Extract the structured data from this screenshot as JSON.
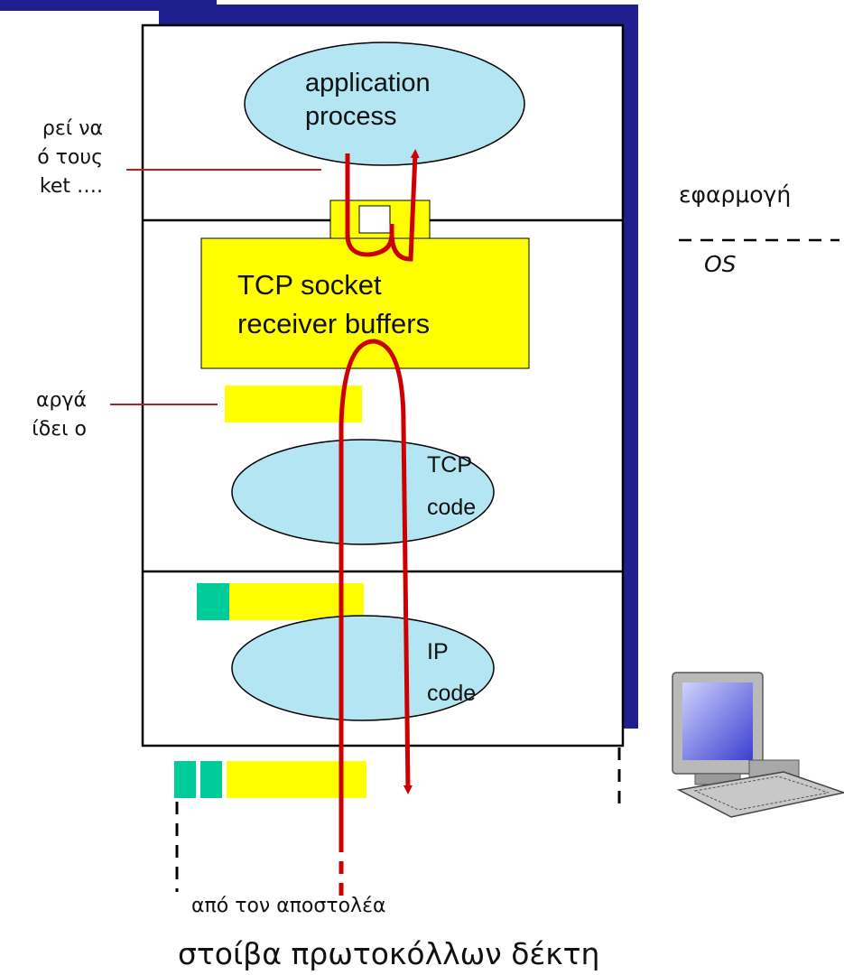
{
  "diagram": {
    "left_annotations": {
      "top": [
        "ρεί να",
        "ό τους",
        "ket …."
      ],
      "middle": [
        "αργά",
        "ίδει ο"
      ]
    },
    "layers": {
      "application": {
        "label_line1": "application",
        "label_line2": "process"
      },
      "socket_buffer": {
        "label_line1": "TCP socket",
        "label_line2": "receiver buffers"
      },
      "tcp": {
        "label_line1": "TCP",
        "label_line2": "code"
      },
      "ip": {
        "label_line1": "IP",
        "label_line2": "code"
      }
    },
    "side_labels": {
      "application": "εφαρμογή",
      "os": "OS"
    },
    "from_sender": "από τον αποστολέα",
    "caption": "στοίβα πρωτοκόλλων δέκτη",
    "icons": [
      "desktop-computer-icon"
    ],
    "colors": {
      "shadow": "#1f1f8f",
      "buffer_yellow": "#ffff00",
      "header_green": "#00cc99",
      "ellipse_fill": "#b3e6f2",
      "arrow_red": "#cc0000",
      "annotation_line": "#b22222"
    }
  }
}
